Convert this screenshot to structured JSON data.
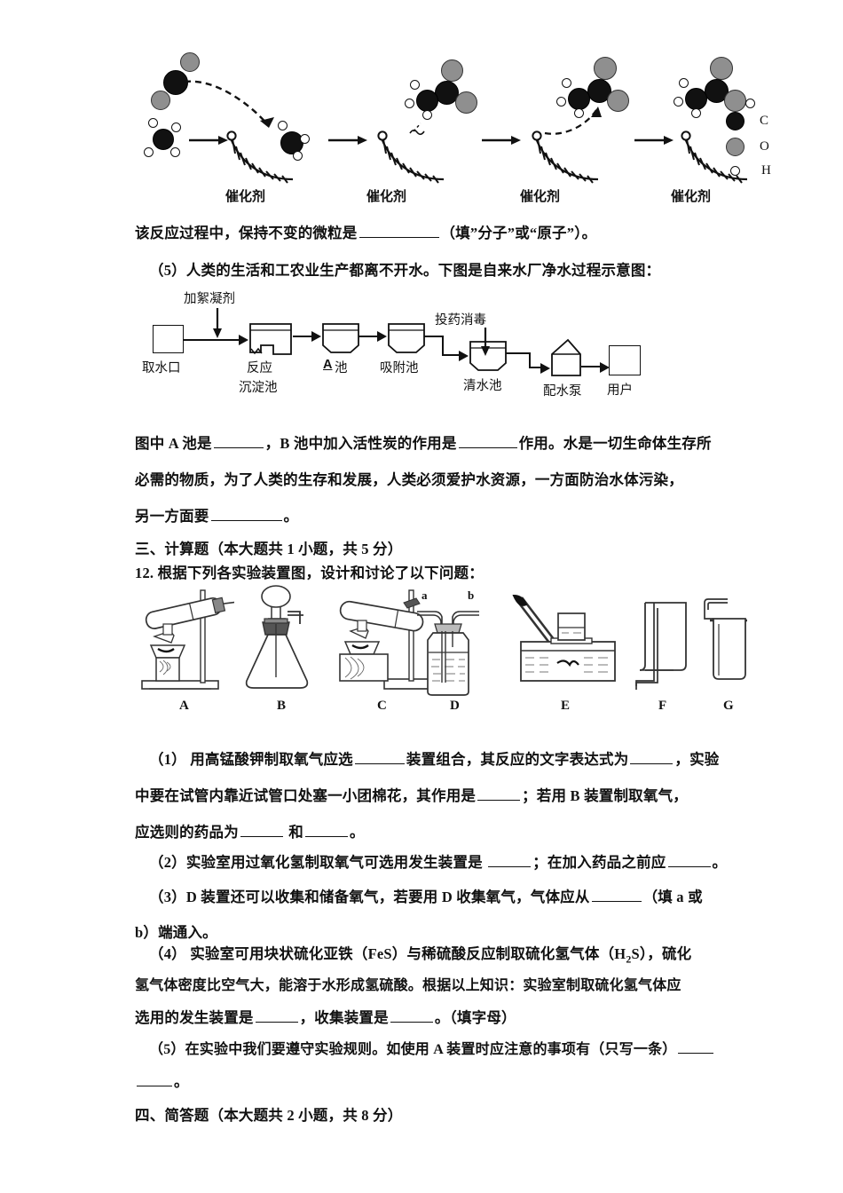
{
  "document": {
    "language": "zh-CN",
    "type": "chemistry-exam-paper"
  },
  "reaction_figure": {
    "catalyst_labels": [
      "催化剂",
      "催化剂",
      "催化剂",
      "催化剂"
    ],
    "legend": [
      {
        "atom": "C",
        "color": "#111111",
        "shape": "large-filled-circle"
      },
      {
        "atom": "O",
        "color": "#8f8f8f",
        "shape": "large-gray-circle"
      },
      {
        "atom": "H",
        "color": "#ffffff",
        "shape": "small-open-circle"
      }
    ]
  },
  "q4_prompt": {
    "line1_a": "该反应过程中，保持不变的微粒是",
    "line1_b": "（填”分子”或“原子”）。"
  },
  "q5": {
    "number": "（5）",
    "text": "人类的生活和工农业生产都离不开水。下图是自来水厂净水过程示意图："
  },
  "flowchart": {
    "top_labels": [
      {
        "name": "加絮凝剂"
      },
      {
        "name": "投药消毒"
      }
    ],
    "stage_labels": [
      "取水口",
      "反应",
      "沉淀池",
      "A",
      "池",
      "吸附池",
      "清水池",
      "配水泵",
      "用户"
    ]
  },
  "q5_body": {
    "line1_a": "图中 A 池是",
    "line1_b": "，B 池中加入活性炭的作用是",
    "line1_c": "作用。水是一切生命体生存所",
    "line2": "必需的物质，为了人类的生存和发展，人类必须爱护水资源，一方面防治水体污染，",
    "line3_a": "另一方面要",
    "line3_b": "。"
  },
  "section3": {
    "heading": "三、计算题（本大题共 1 小题，共 5 分）"
  },
  "q12": {
    "number": "12.",
    "stem": "根据下列各实验装置图，设计和讨论了以下问题："
  },
  "apparatus": {
    "letters": [
      "A",
      "B",
      "C",
      "D",
      "E",
      "F",
      "G"
    ],
    "port_labels": [
      "a",
      "b"
    ]
  },
  "q12_parts": [
    {
      "id": "1",
      "number": "（1）",
      "segments": [
        "用高锰酸钾制取氧气应选",
        "装置组合，其反应的文字表达式为",
        "，实验"
      ],
      "line2": [
        "中要在试管内靠近试管口处塞一小团棉花，其作用是",
        "；若用 B 装置制取氧气，"
      ],
      "line3": [
        "应选则的药品为",
        "和",
        "。"
      ]
    },
    {
      "id": "2",
      "number": "（2）",
      "segments": [
        "实验室用过氧化氢制取氧气可选用发生装置是",
        "；在加入药品之前应",
        "。"
      ]
    },
    {
      "id": "3",
      "number": "（3）",
      "segments": [
        "D 装置还可以收集和储备氧气，若要用 D 收集氧气，气体应从",
        "（填 a 或"
      ],
      "line2": "b）端通入。"
    },
    {
      "id": "4",
      "number": "（4）",
      "line1_pre": "实验室可用块状硫化亚铁（FeS）与稀硫酸反应制取硫化氢气体（H",
      "line1_sub": "2",
      "line1_post": "S），硫化",
      "line2": "氢气体密度比空气大，能溶于水形成氢硫酸。根据以上知识：实验室制取硫化氢气体应",
      "line3": [
        "选用的发生装置是",
        "，收集装置是",
        "。（填字母）"
      ]
    },
    {
      "id": "5",
      "number": "（5）",
      "line1": [
        "在实验中我们要遵守实验规则。如使用 A 装置时应注意的事项有（只写一条）"
      ],
      "line2": "。"
    }
  ],
  "section4": {
    "heading": "四、简答题（本大题共 2 小题，共 8 分）"
  }
}
